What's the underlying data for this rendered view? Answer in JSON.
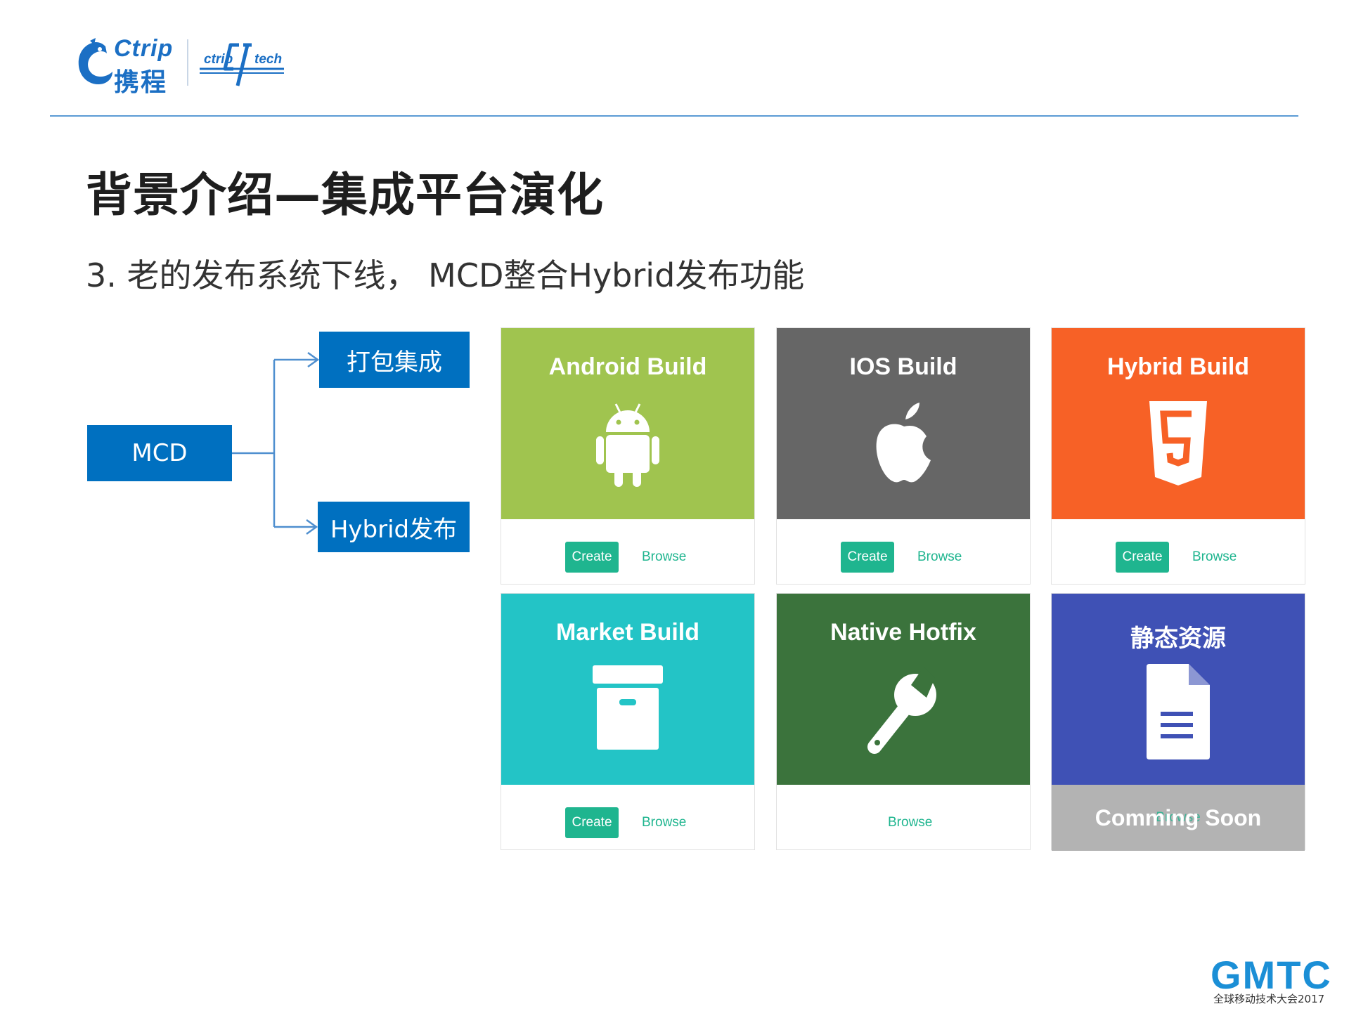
{
  "header": {
    "brand_en": "Ctrip",
    "brand_cn": "携程",
    "tech_left": "ctrip",
    "tech_right": "tech"
  },
  "title": "背景介绍—集成平台演化",
  "subtitle": "3. 老的发布系统下线， MCD整合Hybrid发布功能",
  "diagram": {
    "root": "MCD",
    "branch_top": "打包集成",
    "branch_bottom": "Hybrid发布",
    "line_color": "#4f8fcf",
    "node_color": "#0070c0"
  },
  "cards": [
    {
      "title": "Android Build",
      "icon": "android-icon",
      "color": "#a0c44f",
      "create": "Create",
      "browse": "Browse"
    },
    {
      "title": "IOS Build",
      "icon": "apple-icon",
      "color": "#666666",
      "create": "Create",
      "browse": "Browse"
    },
    {
      "title": "Hybrid Build",
      "icon": "html5-icon",
      "color": "#f76126",
      "create": "Create",
      "browse": "Browse"
    },
    {
      "title": "Market Build",
      "icon": "archive-box-icon",
      "color": "#23c4c6",
      "create": "Create",
      "browse": "Browse"
    },
    {
      "title": "Native Hotfix",
      "icon": "wrench-icon",
      "color": "#3b733c",
      "browse": "Browse"
    },
    {
      "title": "静态资源",
      "icon": "document-icon",
      "color": "#3f51b5",
      "coming_soon": "Comming Soon",
      "browse": "Browse"
    }
  ],
  "colors": {
    "button": "#1fb58f",
    "rule": "#5b9bd5",
    "coming_soon_bg": "#b3b3b3"
  },
  "footer": {
    "logo": "GMTC",
    "tagline": "全球移动技术大会2017"
  }
}
